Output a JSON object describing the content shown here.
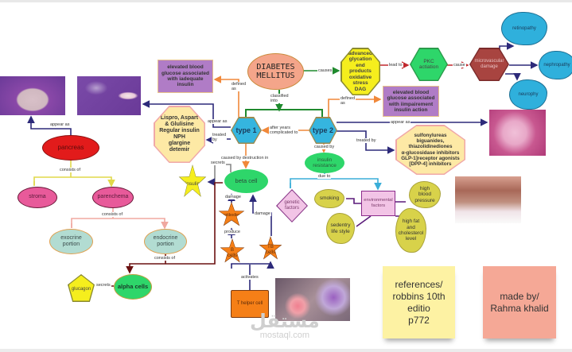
{
  "nodes": {
    "diabetes_mellitus": "DIABETES\nMELLITUS",
    "type1_definition": "elevated blood\nglucose associated\nwith iadequate\ninsulin",
    "type1_treatment": "Lispro, Aspart\n& Glulisine\nRegular insulin\nNPH\nglargine\ndetemir",
    "type1": "type 1",
    "type2": "type 2",
    "age": "advanced\nglycation\nend\nproducts\noxidative\nstress\nDAG",
    "pkc": "PKC\nactiation",
    "microvascular": "microvascular\ndamage",
    "retinopathy": "retinopathy",
    "nephropathy": "nephropathy",
    "neuropathy": "neurophy",
    "type2_definition": "elevated blood\nglucose associated\nwith iimpairement\ninsulin action",
    "type2_treatment": "sulfonylureas\nbiguanides,\nthiazolidinediones\nα-glucosidase inhibitors\nGLP-1]receptor agonists\n[DPP-4] inhibitors",
    "insulin_resistance": "insulin\nresistance",
    "genetic_factors": "genetic\nfactors",
    "smoking": "smoking",
    "environmental_factors": "environmental\nfactors",
    "high_blood_pressure": "high\nblood\npressure",
    "sedentary": "sedentry\nlife style",
    "high_fat": "high fat\nand\ncholesterol\nlevel",
    "beta_cell": "beta cell",
    "insulin": "insulin",
    "antibodies": "antibodies",
    "b_cells": "B\ncells",
    "tb_cells": "TB\ncells",
    "t_helper": "T helper cell",
    "pancreas": "pancreas",
    "stroma": "stroma",
    "parenchema": "parenchema",
    "exocrine": "exocrine\nportion",
    "endocrine": "endocrine\nportion",
    "alpha_cells": "alpha cells",
    "glucagon": "glucagon"
  },
  "edge_labels": {
    "causes": "causes",
    "lead_to": "lead to",
    "cause": "cause",
    "classified_into": "classified\ninto",
    "defined_as_1": "defined\nas",
    "defined_as_2": "defined\nas",
    "appear_as_1": "appear as",
    "appear_as_2": "appear as",
    "appear_as_3": "appear as",
    "treated_by_1": "treated\nby",
    "treated_by_2": "treated by",
    "after_years": "after years\ncomplicated to",
    "caused_by": "caused by",
    "caused_by_destruction": "caused by destruction in",
    "secrets_1": "secrets",
    "secrets_2": "secrets",
    "damage_1": "damage",
    "damage_2": "damage",
    "produce": "produce",
    "activates": "activates",
    "due_to": "due to",
    "consists_of_1": "consists of",
    "consists_of_2": "consists of",
    "consists_of_3": "consists of"
  },
  "notes": {
    "references": "references/\nrobbins 10th\neditio\np772",
    "made_by": "made by/\nRahma khalid"
  },
  "watermark": {
    "logo": "مستقل",
    "site": "mostaql.com"
  },
  "colors": {
    "green_edge": "#1f8a2e",
    "orange_edge": "#f0883a",
    "navy_edge": "#2d2a7a",
    "type_hex": "#35b5df",
    "purple_box": "#b07cc6",
    "pancreas": "#e21b1b",
    "note_yellow": "#fdf2a3",
    "note_salmon": "#f5a896"
  }
}
